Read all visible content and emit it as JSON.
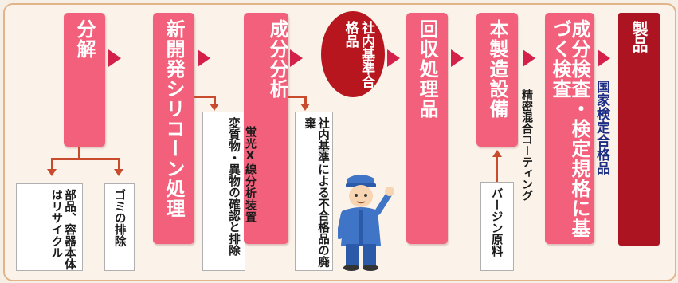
{
  "steps": {
    "bunkai": "分解",
    "shinkaihatsu": "新開発シリコーン処理",
    "seibun_bunseki": "成分分析",
    "shanai_gokaku": "社内基準合格品",
    "kaishu_shorihin": "回収処理品",
    "hon_seizo": "本製造設備",
    "seibun_kensa": "成分検査・検定規格に基づく検査",
    "seihin": "製品"
  },
  "substeps": {
    "recycle": "部品、容器本体はリサイクル",
    "gomi": "ゴミの排除",
    "henshitsu": "変質物・異物の確認と排除",
    "keiko": "蛍光X線分析装置",
    "haiki": "社内基準による不合格品の廃棄",
    "virgin": "バージン原料",
    "coating": "精密混合コーティング",
    "kokka": "国家検定合格品"
  },
  "colors": {
    "main_box": "#f2607b",
    "arrow": "#d4214a",
    "connector": "#c94b2e",
    "red_circle": "#b7161f",
    "product": "#ab1420",
    "national_text": "#1c2d86"
  }
}
